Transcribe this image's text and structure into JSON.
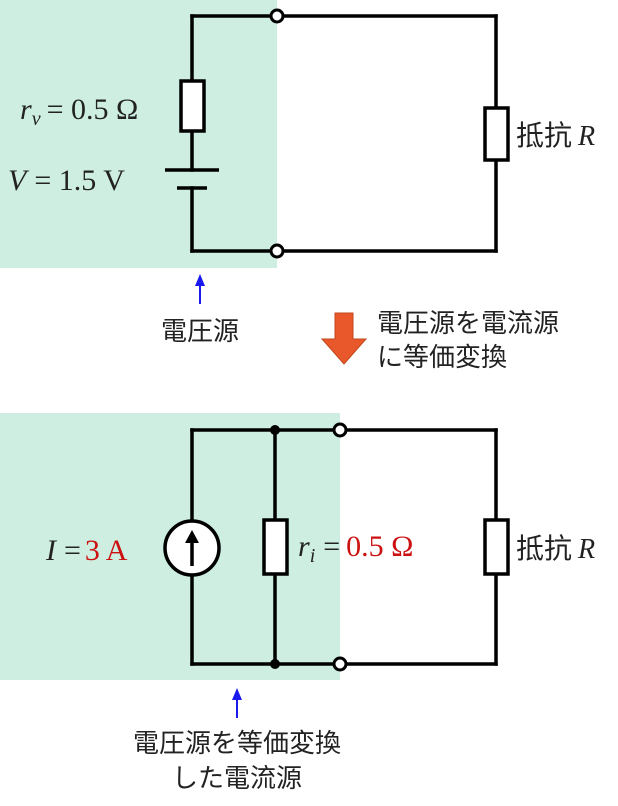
{
  "colors": {
    "source_region": "#cdeee1",
    "wire": "#000000",
    "pointer_arrow": "#1a1aee",
    "transform_arrow": "#e8582a",
    "highlight_value": "#cc1111",
    "text": "#222222"
  },
  "top_circuit": {
    "rv_symbol": "r",
    "rv_subscript": "v",
    "rv_value": "= 0.5 Ω",
    "v_symbol": "V",
    "v_value": "= 1.5 V",
    "load_label": "抵抗",
    "load_symbol": "R",
    "source_caption": "電圧源"
  },
  "transform": {
    "line1": "電圧源を電流源",
    "line2": "に等価変換"
  },
  "bottom_circuit": {
    "i_symbol": "I",
    "i_eq": "=",
    "i_value": "3 A",
    "ri_symbol": "r",
    "ri_subscript": "i",
    "ri_eq": "=",
    "ri_value": "0.5 Ω",
    "load_label": "抵抗",
    "load_symbol": "R",
    "source_caption_line1": "電圧源を等価変換",
    "source_caption_line2": "した電流源"
  }
}
